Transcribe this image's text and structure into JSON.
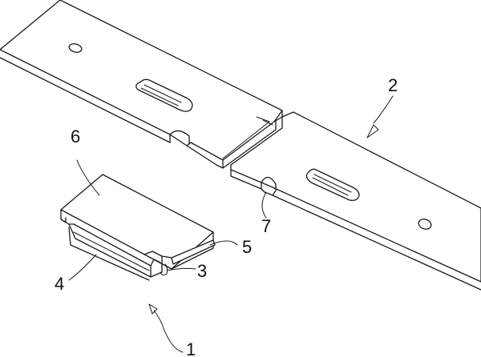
{
  "labels": {
    "assembly_1": "1",
    "rail_2": "2",
    "hook_3": "3",
    "side_wall_4": "4",
    "tongue_5": "5",
    "top_plate_6": "6",
    "notch_7": "7"
  }
}
